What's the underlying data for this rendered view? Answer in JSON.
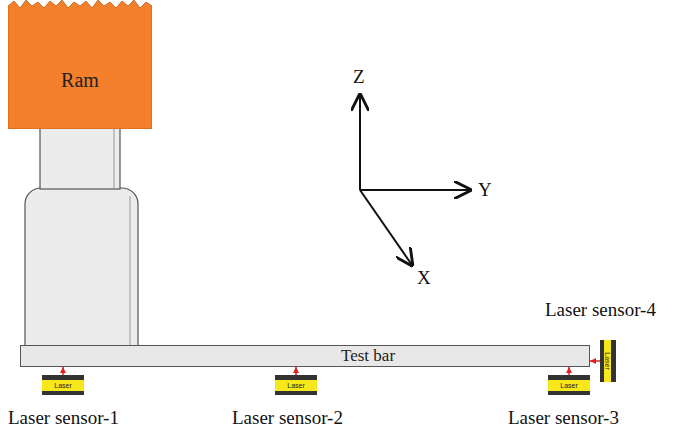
{
  "diagram": {
    "nodes": [
      {
        "text": [
          "Ram"
        ]
      },
      {
        "text": [
          "Test bar"
        ]
      },
      {
        "text": [
          "Laser"
        ]
      },
      {
        "text": [
          "Laser"
        ]
      },
      {
        "text": [
          "Laser"
        ]
      },
      {
        "text": [
          "Laser"
        ]
      }
    ],
    "edges": [
      {
        "from": 3,
        "to": 1,
        "arrow": "to"
      },
      {
        "from": 4,
        "to": 1,
        "arrow": "to"
      },
      {
        "from": 5,
        "to": 1,
        "arrow": "to"
      },
      {
        "from": 2,
        "to": 1,
        "arrow": "to"
      }
    ],
    "labels": [
      "Z",
      "Y",
      "X",
      "Laser sensor-4",
      "Laser sensor-1",
      "Laser sensor-2",
      "Laser sensor-3"
    ]
  }
}
